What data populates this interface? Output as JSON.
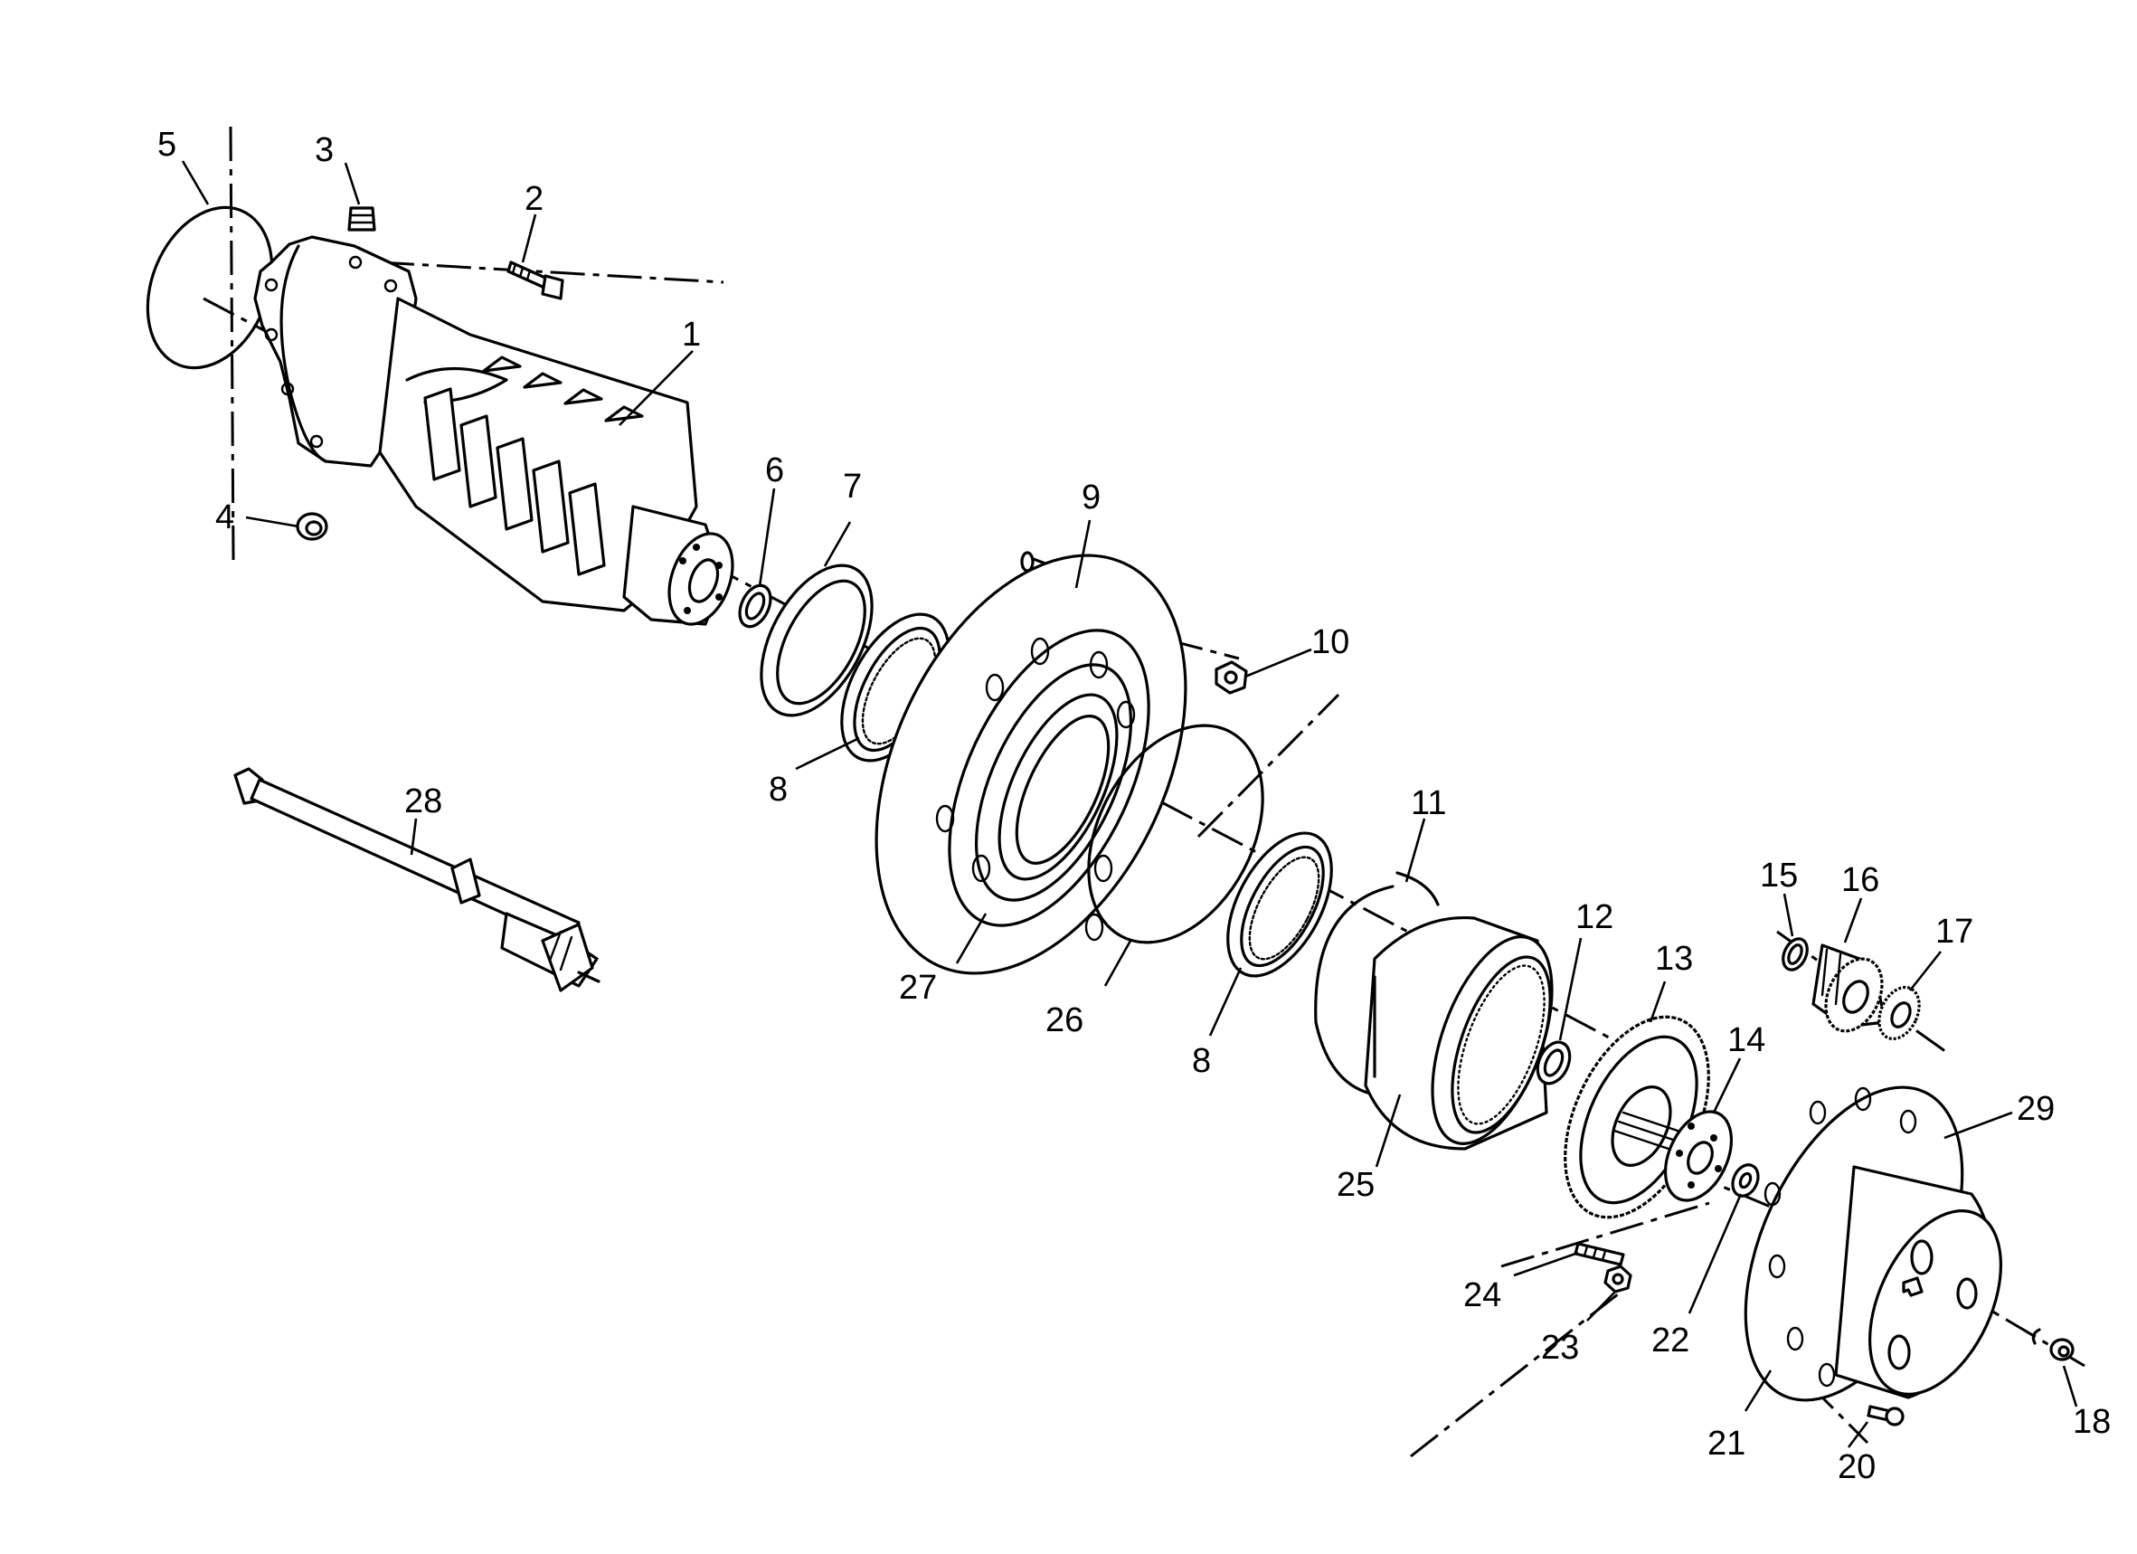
{
  "callouts": [
    "1",
    "2",
    "3",
    "4",
    "5",
    "6",
    "7",
    "8",
    "9",
    "10",
    "11",
    "12",
    "13",
    "14",
    "15",
    "16",
    "17",
    "18",
    "20",
    "21",
    "22",
    "23",
    "24",
    "25",
    "26",
    "27",
    "28",
    "29"
  ],
  "duplicate_callouts": [
    "8"
  ],
  "parts": [
    {
      "callout": "1",
      "icon": "axle-housing-icon"
    },
    {
      "callout": "2",
      "icon": "bolt-icon"
    },
    {
      "callout": "3",
      "icon": "plug-icon"
    },
    {
      "callout": "4",
      "icon": "plug-icon"
    },
    {
      "callout": "5",
      "icon": "o-ring-icon"
    },
    {
      "callout": "6",
      "icon": "snap-ring-icon"
    },
    {
      "callout": "7",
      "icon": "seal-icon"
    },
    {
      "callout": "8",
      "icon": "bearing-icon"
    },
    {
      "callout": "9",
      "icon": "stud-icon"
    },
    {
      "callout": "10",
      "icon": "nut-icon"
    },
    {
      "callout": "11",
      "icon": "snap-ring-icon"
    },
    {
      "callout": "12",
      "icon": "snap-ring-icon"
    },
    {
      "callout": "13",
      "icon": "sun-gear-icon"
    },
    {
      "callout": "14",
      "icon": "thrust-washer-icon"
    },
    {
      "callout": "15",
      "icon": "snap-ring-icon"
    },
    {
      "callout": "16",
      "icon": "planet-gear-icon"
    },
    {
      "callout": "17",
      "icon": "needle-bearing-icon"
    },
    {
      "callout": "18",
      "icon": "plug-icon"
    },
    {
      "callout": "20",
      "icon": "screw-icon"
    },
    {
      "callout": "21",
      "icon": "planet-carrier-icon"
    },
    {
      "callout": "22",
      "icon": "washer-icon"
    },
    {
      "callout": "23",
      "icon": "nut-icon"
    },
    {
      "callout": "24",
      "icon": "stud-icon"
    },
    {
      "callout": "25",
      "icon": "ring-gear-icon"
    },
    {
      "callout": "26",
      "icon": "o-ring-icon"
    },
    {
      "callout": "27",
      "icon": "wheel-hub-icon"
    },
    {
      "callout": "28",
      "icon": "axle-shaft-icon"
    },
    {
      "callout": "29",
      "icon": "cover-icon"
    }
  ]
}
